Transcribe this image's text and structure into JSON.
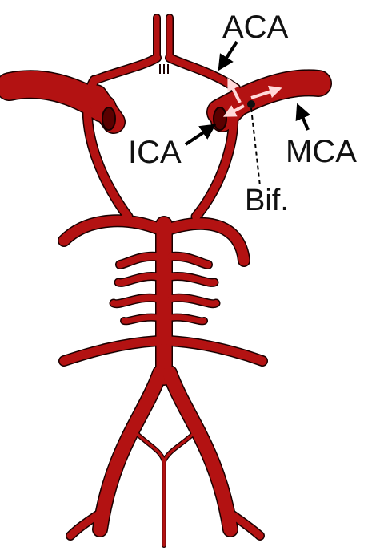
{
  "labels": {
    "aca": "ACA",
    "ica": "ICA",
    "mca": "MCA",
    "bif": "Bif."
  },
  "colors": {
    "vessel": "#b31212",
    "vessel_outline": "#1a0000",
    "vessel_lumen": "#5a0000",
    "flow_arrow": "#ffd9d9",
    "label_arrow": "#000000"
  },
  "icons": [
    "flow-arrow-icon",
    "pointer-arrow-icon",
    "bifurcation-dot-icon"
  ]
}
